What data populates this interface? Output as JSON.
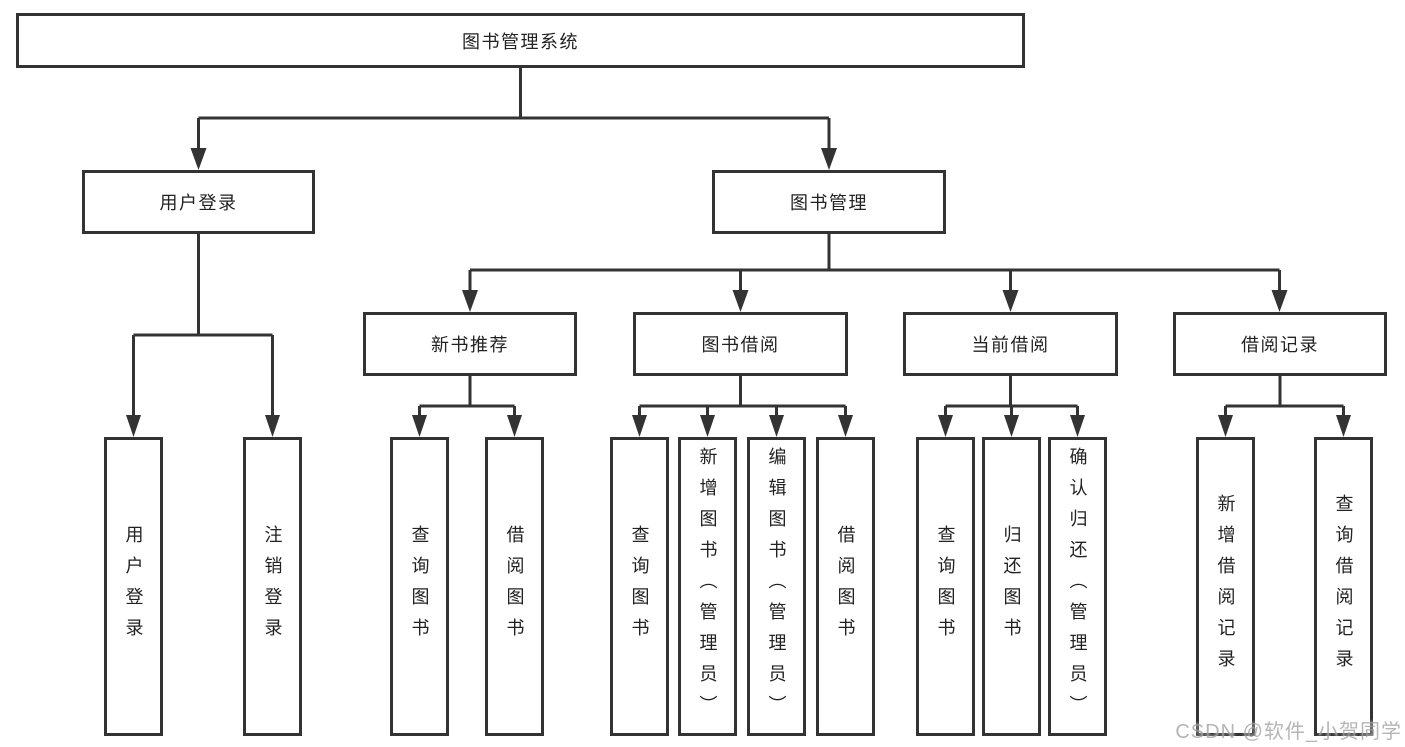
{
  "diagram_title": "图书管理系统",
  "nodes": {
    "root": {
      "label": "图书管理系统"
    },
    "level2": [
      {
        "label": "用户登录"
      },
      {
        "label": "图书管理"
      }
    ],
    "level3": [
      {
        "label": "新书推荐"
      },
      {
        "label": "图书借阅"
      },
      {
        "label": "当前借阅"
      },
      {
        "label": "借阅记录"
      }
    ],
    "leaves": {
      "user_login": [
        {
          "label": "用户登录"
        },
        {
          "label": "注销登录"
        }
      ],
      "new_books": [
        {
          "label": "查询图书"
        },
        {
          "label": "借阅图书"
        }
      ],
      "book_borrow": [
        {
          "label": "查询图书"
        },
        {
          "label": "新增图书（管理员）"
        },
        {
          "label": "编辑图书（管理员）"
        },
        {
          "label": "借阅图书"
        }
      ],
      "current_borrow": [
        {
          "label": "查询图书"
        },
        {
          "label": "归还图书"
        },
        {
          "label": "确认归还（管理员）"
        }
      ],
      "borrow_records": [
        {
          "label": "新增借阅记录"
        },
        {
          "label": "查询借阅记录"
        }
      ]
    }
  },
  "watermark": "CSDN @软件_小贺同学",
  "colors": {
    "line": "#333333",
    "text": "#222222",
    "watermark": "#a6a6a6",
    "background": "#ffffff"
  }
}
